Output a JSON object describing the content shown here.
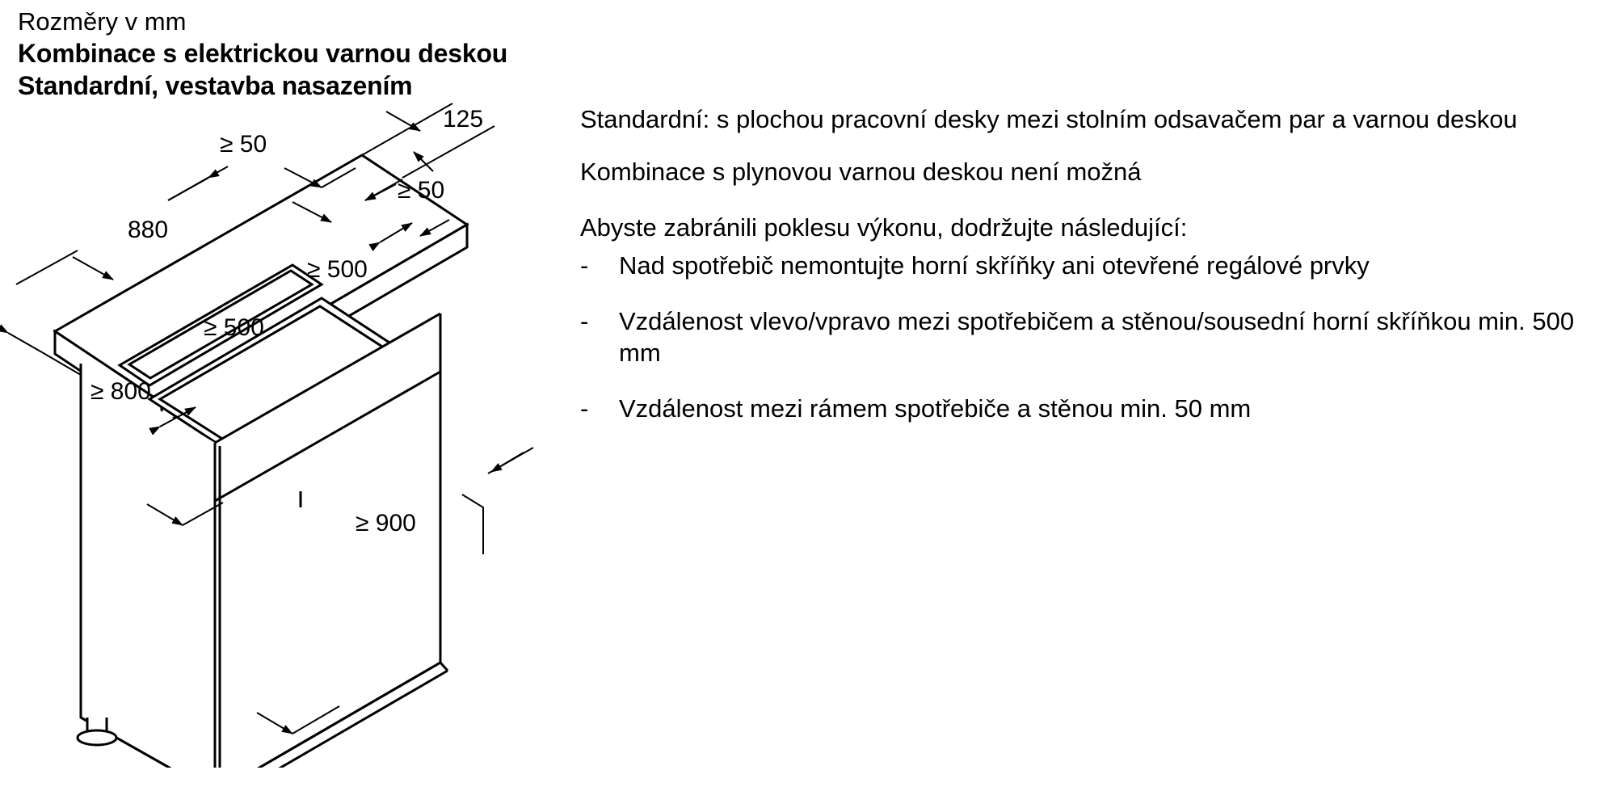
{
  "heading": {
    "units_line": "Rozměry v mm",
    "title_line1": "Kombinace s elektrickou varnou deskou",
    "title_line2": "Standardní, vestavba nasazením"
  },
  "drawing": {
    "labels": {
      "depth_50_top": "≥ 50",
      "width_125": "125",
      "gap_50_right": "≥ 50",
      "width_880": "880",
      "clearance_500_right": "≥ 500",
      "clearance_500_front": "≥ 500",
      "height_800": "≥ 800",
      "width_900": "≥ 900"
    }
  },
  "notes": {
    "paragraph1": "Standardní: s plochou pracovní desky mezi stolním odsavačem par a varnou deskou",
    "paragraph2": "Kombinace s plynovou varnou deskou není možná",
    "paragraph3": "Abyste zabránili poklesu výkonu, dodržujte následující:",
    "bullet_marker": "-",
    "bullets": [
      "Nad spotřebič nemontujte horní skříňky ani otevřené regálové prvky",
      "Vzdálenost vlevo/vpravo mezi spotřebičem a stěnou/sousední horní skříňkou min. 500 mm",
      "Vzdálenost mezi rámem spotřebiče a stěnou min. 50 mm"
    ]
  },
  "colors": {
    "line": "#000000",
    "background": "#ffffff",
    "text": "#000000"
  }
}
